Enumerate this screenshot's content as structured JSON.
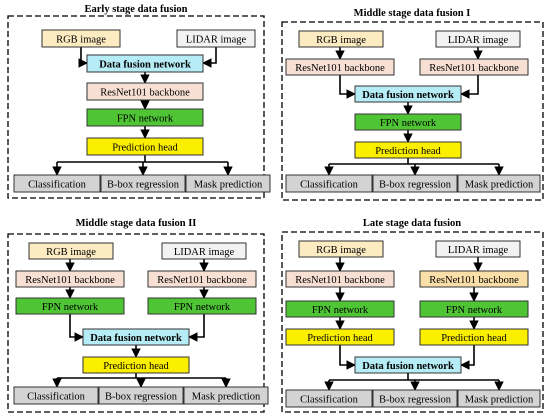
{
  "colors": {
    "input": "#fdebc2",
    "input_lidar": "#f2f2f2",
    "backbone": "#f7dfd3",
    "backbone_lidar_late": "#fbdfa8",
    "fusion": "#b6ecf5",
    "fpn": "#4fc536",
    "head": "#fbef00",
    "output": "#d3d3d3",
    "stroke": "#333333"
  },
  "panels": [
    {
      "title": "Early stage data fusion",
      "boxes": [
        {
          "key": "rgb",
          "label": "RGB image"
        },
        {
          "key": "lidar",
          "label": "LIDAR image"
        },
        {
          "key": "fusion",
          "label": "Data fusion network"
        },
        {
          "key": "backbone",
          "label": "ResNet101 backbone"
        },
        {
          "key": "fpn",
          "label": "FPN network"
        },
        {
          "key": "head",
          "label": "Prediction head"
        },
        {
          "key": "cls",
          "label": "Classification"
        },
        {
          "key": "bbox",
          "label": "B-box regression"
        },
        {
          "key": "mask",
          "label": "Mask prediction"
        }
      ]
    },
    {
      "title": "Middle stage data fusion I",
      "boxes": [
        {
          "key": "rgb",
          "label": "RGB image"
        },
        {
          "key": "lidar",
          "label": "LIDAR image"
        },
        {
          "key": "bb1",
          "label": "ResNet101 backbone"
        },
        {
          "key": "bb2",
          "label": "ResNet101 backbone"
        },
        {
          "key": "fusion",
          "label": "Data fusion network"
        },
        {
          "key": "fpn",
          "label": "FPN network"
        },
        {
          "key": "head",
          "label": "Prediction head"
        },
        {
          "key": "cls",
          "label": "Classification"
        },
        {
          "key": "bbox",
          "label": "B-box regression"
        },
        {
          "key": "mask",
          "label": "Mask prediction"
        }
      ]
    },
    {
      "title": "Middle stage data fusion II",
      "boxes": [
        {
          "key": "rgb",
          "label": "RGB image"
        },
        {
          "key": "lidar",
          "label": "LIDAR image"
        },
        {
          "key": "bb1",
          "label": "ResNet101 backbone"
        },
        {
          "key": "bb2",
          "label": "ResNet101 backbone"
        },
        {
          "key": "fpn1",
          "label": "FPN network"
        },
        {
          "key": "fpn2",
          "label": "FPN network"
        },
        {
          "key": "fusion",
          "label": "Data fusion network"
        },
        {
          "key": "head",
          "label": "Prediction head"
        },
        {
          "key": "cls",
          "label": "Classification"
        },
        {
          "key": "bbox",
          "label": "B-box regression"
        },
        {
          "key": "mask",
          "label": "Mask prediction"
        }
      ]
    },
    {
      "title": "Late stage data fusion",
      "boxes": [
        {
          "key": "rgb",
          "label": "RGB image"
        },
        {
          "key": "lidar",
          "label": "LIDAR image"
        },
        {
          "key": "bb1",
          "label": "ResNet101 backbone"
        },
        {
          "key": "bb2",
          "label": "ResNet101 backbone"
        },
        {
          "key": "fpn1",
          "label": "FPN network"
        },
        {
          "key": "fpn2",
          "label": "FPN network"
        },
        {
          "key": "head1",
          "label": "Prediction head"
        },
        {
          "key": "head2",
          "label": "Prediction head"
        },
        {
          "key": "fusion",
          "label": "Data fusion network"
        },
        {
          "key": "cls",
          "label": "Classification"
        },
        {
          "key": "bbox",
          "label": "B-box regression"
        },
        {
          "key": "mask",
          "label": "Mask prediction"
        }
      ]
    }
  ]
}
